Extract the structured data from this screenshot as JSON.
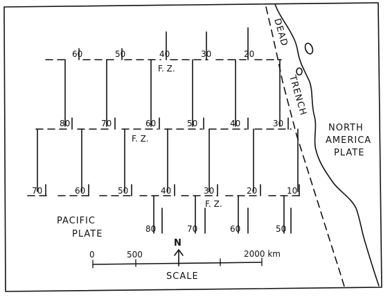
{
  "labels": {
    "trench": [
      "DEAD",
      "TRENCH"
    ],
    "north_america": [
      "NORTH",
      "AMERICA",
      "PLATE"
    ],
    "pacific": [
      "PACIFIC",
      "PLATE"
    ],
    "fz_1": "F. Z.",
    "fz_2": "F. Z.",
    "fz_3": "F. Z.",
    "north": "N",
    "scale_title": "SCALE",
    "scale_ticks": [
      "0",
      "500",
      "2000 km"
    ]
  },
  "ages": {
    "row1": [
      "60",
      "50",
      "40",
      "30",
      "20"
    ],
    "row2": [
      "80",
      "70",
      "60",
      "50",
      "40",
      "30"
    ],
    "row3": [
      "70",
      "60",
      "50",
      "40",
      "30",
      "20",
      "10"
    ],
    "row4": [
      "80",
      "70",
      "60",
      "50"
    ]
  }
}
